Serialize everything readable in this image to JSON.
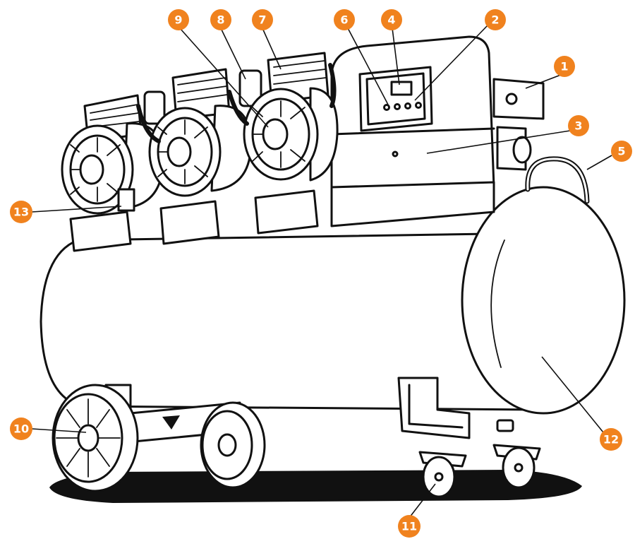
{
  "callouts": [
    {
      "number": "1"
    },
    {
      "number": "2"
    },
    {
      "number": "3"
    },
    {
      "number": "4"
    },
    {
      "number": "5"
    },
    {
      "number": "6"
    },
    {
      "number": "7"
    },
    {
      "number": "8"
    },
    {
      "number": "9"
    },
    {
      "number": "10"
    },
    {
      "number": "11"
    },
    {
      "number": "12"
    },
    {
      "number": "13"
    }
  ],
  "colors": {
    "accent": "#F0821E",
    "ink": "#111111",
    "shadow": "#111111",
    "background": "#ffffff"
  },
  "icons": [
    "air-compressor-illustration",
    "control-panel-icon",
    "fan-cover-icon",
    "wheel-icon",
    "caster-icon",
    "handle-icon"
  ]
}
